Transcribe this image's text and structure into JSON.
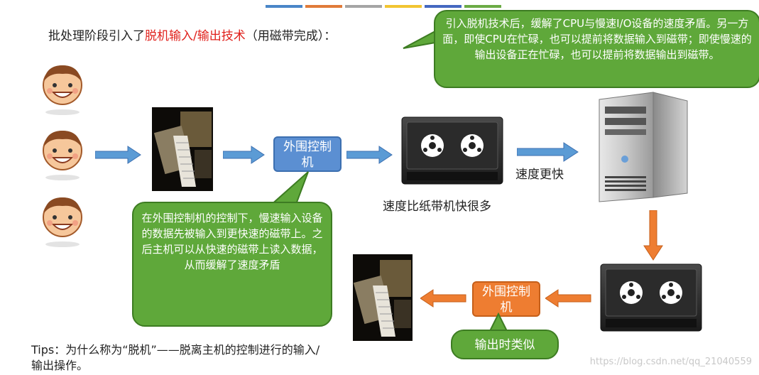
{
  "title": {
    "prefix": "批处理阶段引入了",
    "highlight": "脱机输入/输出技术",
    "suffix": "（用磁带完成）："
  },
  "bubbles": {
    "top": "引入脱机技术后，缓解了CPU与慢速I/O设备的速度矛盾。另一方面，即使CPU在忙碌，也可以提前将数据输入到磁带；即使慢速的输出设备正在忙碌，也可以提前将数据输出到磁带。",
    "left": "在外围控制机的控制下，慢速输入设备的数据先被输入到更快速的磁带上。之后主机可以从快速的磁带上读入数据，从而缓解了速度矛盾",
    "output_similar": "输出时类似"
  },
  "boxes": {
    "peripheral_top": "外围控制机",
    "peripheral_bottom": "外围控制机"
  },
  "labels": {
    "tape_speed": "速度比纸带机快很多",
    "faster": "速度更快"
  },
  "tips": "Tips：为什么称为“脱机”——脱离主机的控制进行的输入/输出操作。",
  "watermark": "https://blog.csdn.net/qq_21040559",
  "colors": {
    "green": "#5fa83a",
    "blue": "#5b8fd2",
    "orange": "#ee7d31",
    "red": "#e0201b",
    "top_bar": [
      "#4a86c8",
      "#e07b39",
      "#a5a5a5",
      "#f2c531",
      "#4568c0",
      "#6bab45"
    ]
  }
}
